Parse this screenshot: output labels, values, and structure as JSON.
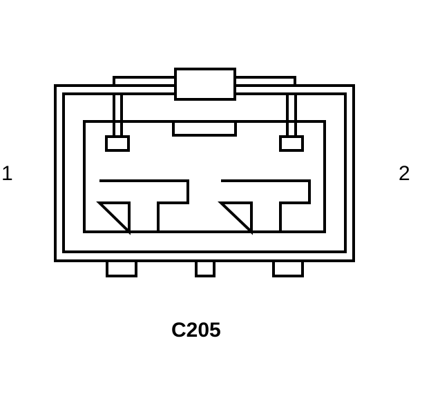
{
  "diagram": {
    "connector_id": "C205",
    "pins": [
      {
        "number": "1"
      },
      {
        "number": "2"
      }
    ],
    "stroke_color": "#000000",
    "background_color": "#ffffff"
  }
}
